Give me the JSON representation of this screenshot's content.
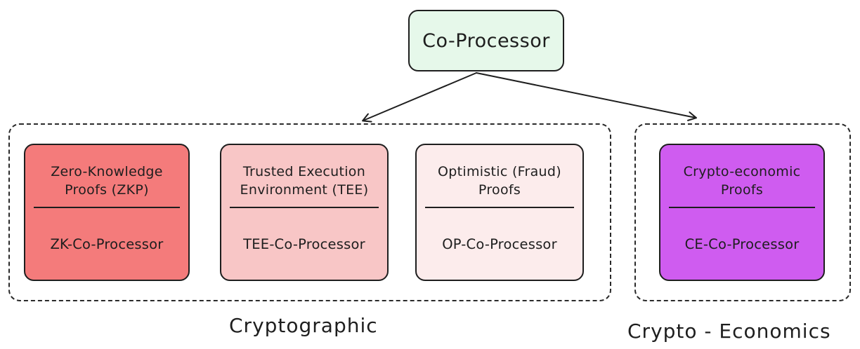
{
  "root": {
    "label": "Co-Processor",
    "color": "#e6f8ea"
  },
  "groups": [
    {
      "label": "Cryptographic",
      "cards": [
        {
          "title": "Zero-Knowledge Proofs (ZKP)",
          "name": "ZK-Co-Processor",
          "color": "#f47b7b"
        },
        {
          "title": "Trusted Execution Environment (TEE)",
          "name": "TEE-Co-Processor",
          "color": "#f8c6c6"
        },
        {
          "title": "Optimistic (Fraud) Proofs",
          "name": "OP-Co-Processor",
          "color": "#fcecec"
        }
      ]
    },
    {
      "label": "Crypto - Economics",
      "cards": [
        {
          "title": "Crypto-economic Proofs",
          "name": "CE-Co-Processor",
          "color": "#cf5cf0"
        }
      ]
    }
  ],
  "edges": [
    {
      "from": "Co-Processor",
      "to": "Cryptographic"
    },
    {
      "from": "Co-Processor",
      "to": "Crypto - Economics"
    }
  ]
}
